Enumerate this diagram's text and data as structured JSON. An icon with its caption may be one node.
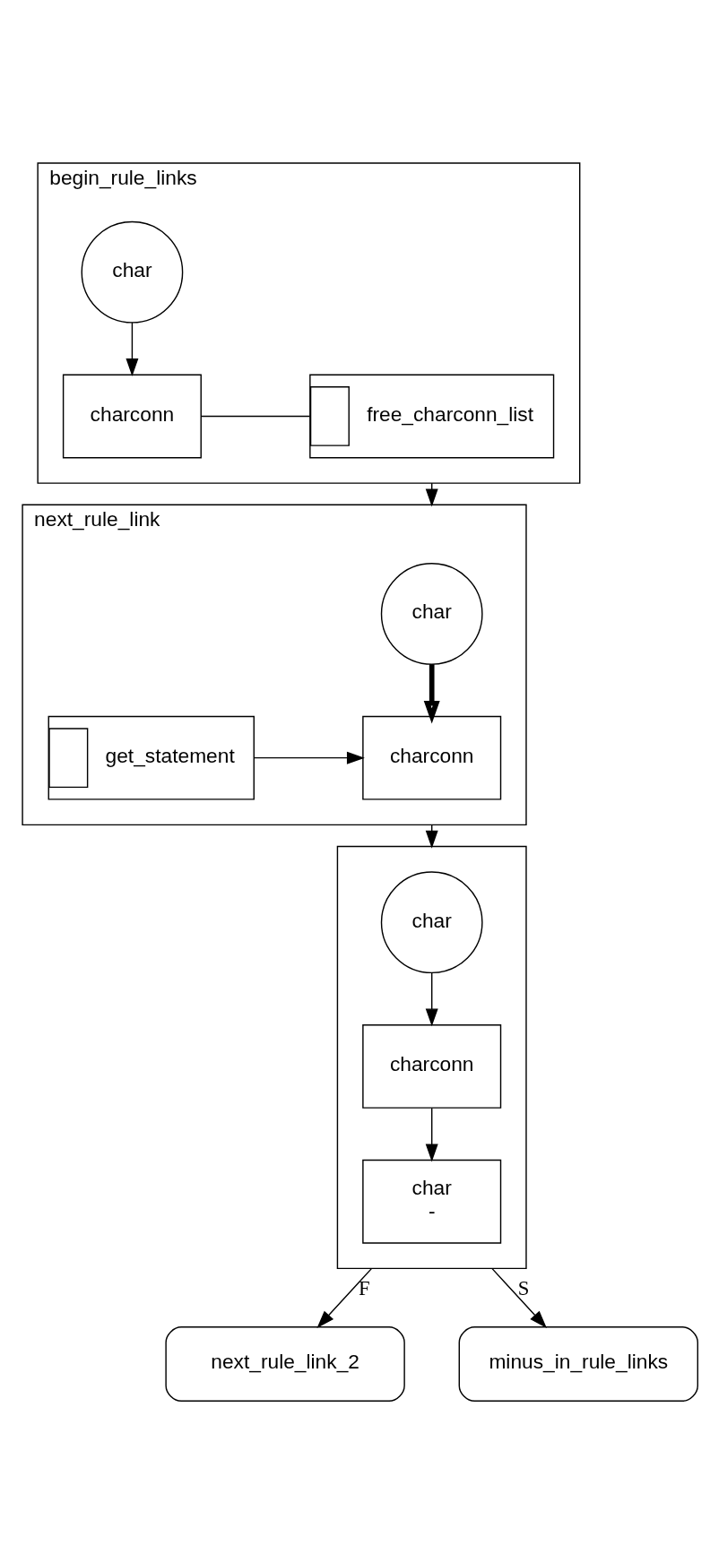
{
  "diagram": {
    "nodes": [
      {
        "text": [
          "begin_rule_links"
        ]
      },
      {
        "text": [
          "char"
        ],
        "in": 0
      },
      {
        "text": [
          "charconn"
        ],
        "in": 0
      },
      {
        "text": [
          "free_charconn_list"
        ],
        "in": 0
      },
      {
        "text": [
          "next_rule_link"
        ]
      },
      {
        "text": [
          "char"
        ],
        "in": 4
      },
      {
        "text": [
          "get_statement"
        ],
        "in": 4
      },
      {
        "text": [
          "charconn"
        ],
        "in": 4
      },
      {
        "text": [],
        "shape": "box"
      },
      {
        "text": [
          "char"
        ],
        "in": 8
      },
      {
        "text": [
          "charconn"
        ],
        "in": 8
      },
      {
        "text": [
          "char",
          "-"
        ],
        "in": 8
      },
      {
        "text": [
          "next_rule_link_2"
        ]
      },
      {
        "text": [
          "minus_in_rule_links"
        ]
      }
    ],
    "edges": [
      {
        "from": 1,
        "to": 2,
        "arrow": "to"
      },
      {
        "from": 2,
        "to": 3,
        "arrow": "none"
      },
      {
        "from": 0,
        "to": 4,
        "arrow": "to"
      },
      {
        "from": 5,
        "to": 7,
        "arrow": "to",
        "style": "thick"
      },
      {
        "from": 6,
        "to": 7,
        "arrow": "to"
      },
      {
        "from": 4,
        "to": 8,
        "arrow": "to"
      },
      {
        "from": 9,
        "to": 10,
        "arrow": "to"
      },
      {
        "from": 10,
        "to": 11,
        "arrow": "to"
      },
      {
        "from": 8,
        "to": 12,
        "arrow": "to",
        "label": "F"
      },
      {
        "from": 8,
        "to": 13,
        "arrow": "to",
        "label": "S"
      }
    ]
  }
}
